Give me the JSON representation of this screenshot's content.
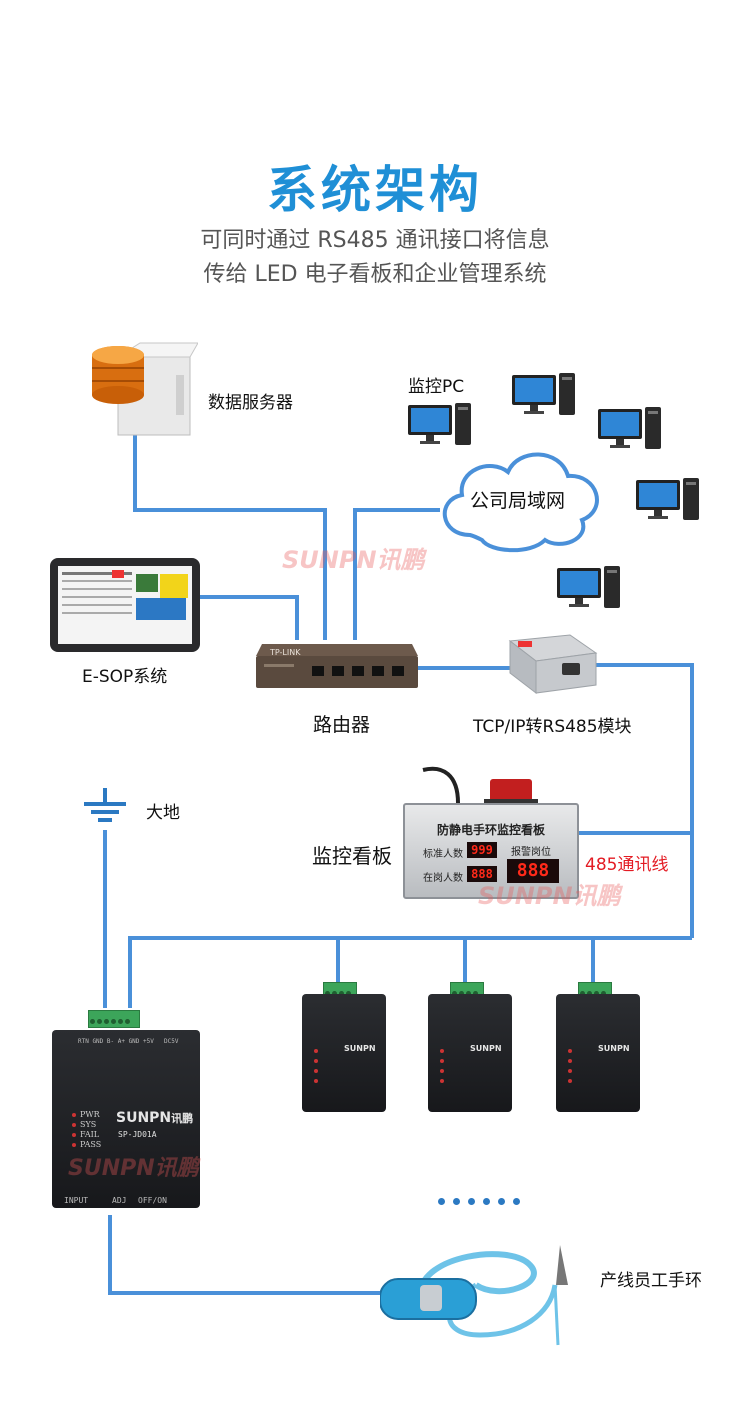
{
  "title": "系统架构",
  "subtitle_line1": "可同时通过 RS485 通讯接口将信息",
  "subtitle_line2": "传给 LED 电子看板和企业管理系统",
  "labels": {
    "data_server": "数据服务器",
    "monitor_pc": "监控PC",
    "lan": "公司局域网",
    "esop": "E-SOP系统",
    "router": "路由器",
    "module": "TCP/IP转RS485模块",
    "ground": "大地",
    "board": "监控看板",
    "rs485_line": "485通讯线",
    "wrist_strap": "产线员工手环"
  },
  "watermark": {
    "brand": "SUNPN",
    "brand_cn": "讯鹏"
  },
  "board_panel": {
    "title": "防静电手环监控看板",
    "standard_count_label": "标准人数",
    "standard_count_value": "999",
    "on_post_label": "在岗人数",
    "on_post_value": "888",
    "alarm_label": "报警岗位",
    "alarm_value": "888"
  },
  "main_device": {
    "brand": "SUNPN",
    "brand_cn": "讯鹏",
    "model": "SP-JD01A",
    "terminal_text": "RTN GND B- A+ GND +5V",
    "dc_label": "DC5V",
    "leds": [
      "PWR",
      "SYS",
      "FAIL",
      "PASS"
    ],
    "bottom_labels": [
      "INPUT",
      "ADJ",
      "OFF/ON"
    ]
  },
  "router_brand": "TP-LINK",
  "colors": {
    "title": "#1f8fd6",
    "wire": "#4a90d9",
    "accent_red": "#e31b23"
  }
}
